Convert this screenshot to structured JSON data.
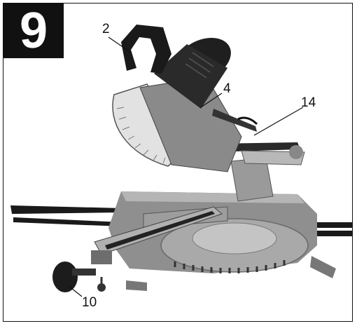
{
  "figure": {
    "number": "9",
    "callouts": [
      {
        "id": "c2",
        "label": "2"
      },
      {
        "id": "c4",
        "label": "4"
      },
      {
        "id": "c14",
        "label": "14"
      },
      {
        "id": "c10",
        "label": "10"
      }
    ]
  }
}
